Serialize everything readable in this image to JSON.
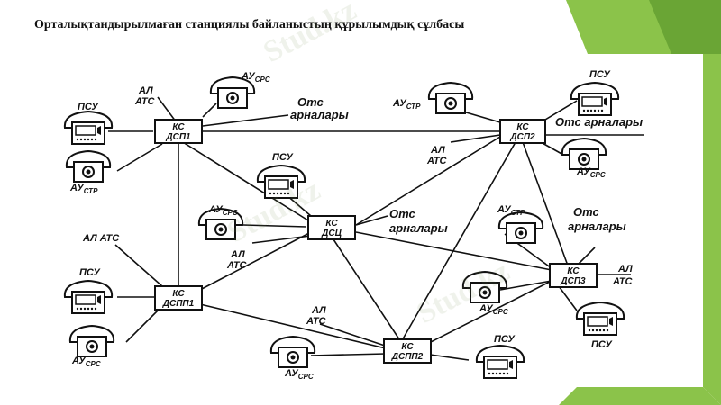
{
  "slide": {
    "title": "Орталықтандырылмаған станциялы байланыстың құрылымдық сұлбасы",
    "accent_green": "#8bc34a",
    "accent_dark_green": "#5b8c2a",
    "watermark_text": "Stud.kz"
  },
  "diagram": {
    "nodes": [
      {
        "line1": "КС",
        "line2": "ДСП1"
      },
      {
        "line1": "КС",
        "line2": "ДСП2"
      },
      {
        "line1": "КС",
        "line2": "ДСЦ"
      },
      {
        "line1": "КС",
        "line2": "ДСПП1"
      },
      {
        "line1": "КС",
        "line2": "ДСП3"
      },
      {
        "line1": "КС",
        "line2": "ДСПП2"
      }
    ],
    "labels": {
      "psu": "ПСУ",
      "au": "АУ",
      "sub_srs": "СРС",
      "sub_str": "СТР",
      "al": "АЛ",
      "ats": "АТС",
      "al_ats": "АЛ АТС",
      "ots": "Отс",
      "arnalary": "арналары",
      "ots_arnalary": "Отс арналары"
    }
  }
}
